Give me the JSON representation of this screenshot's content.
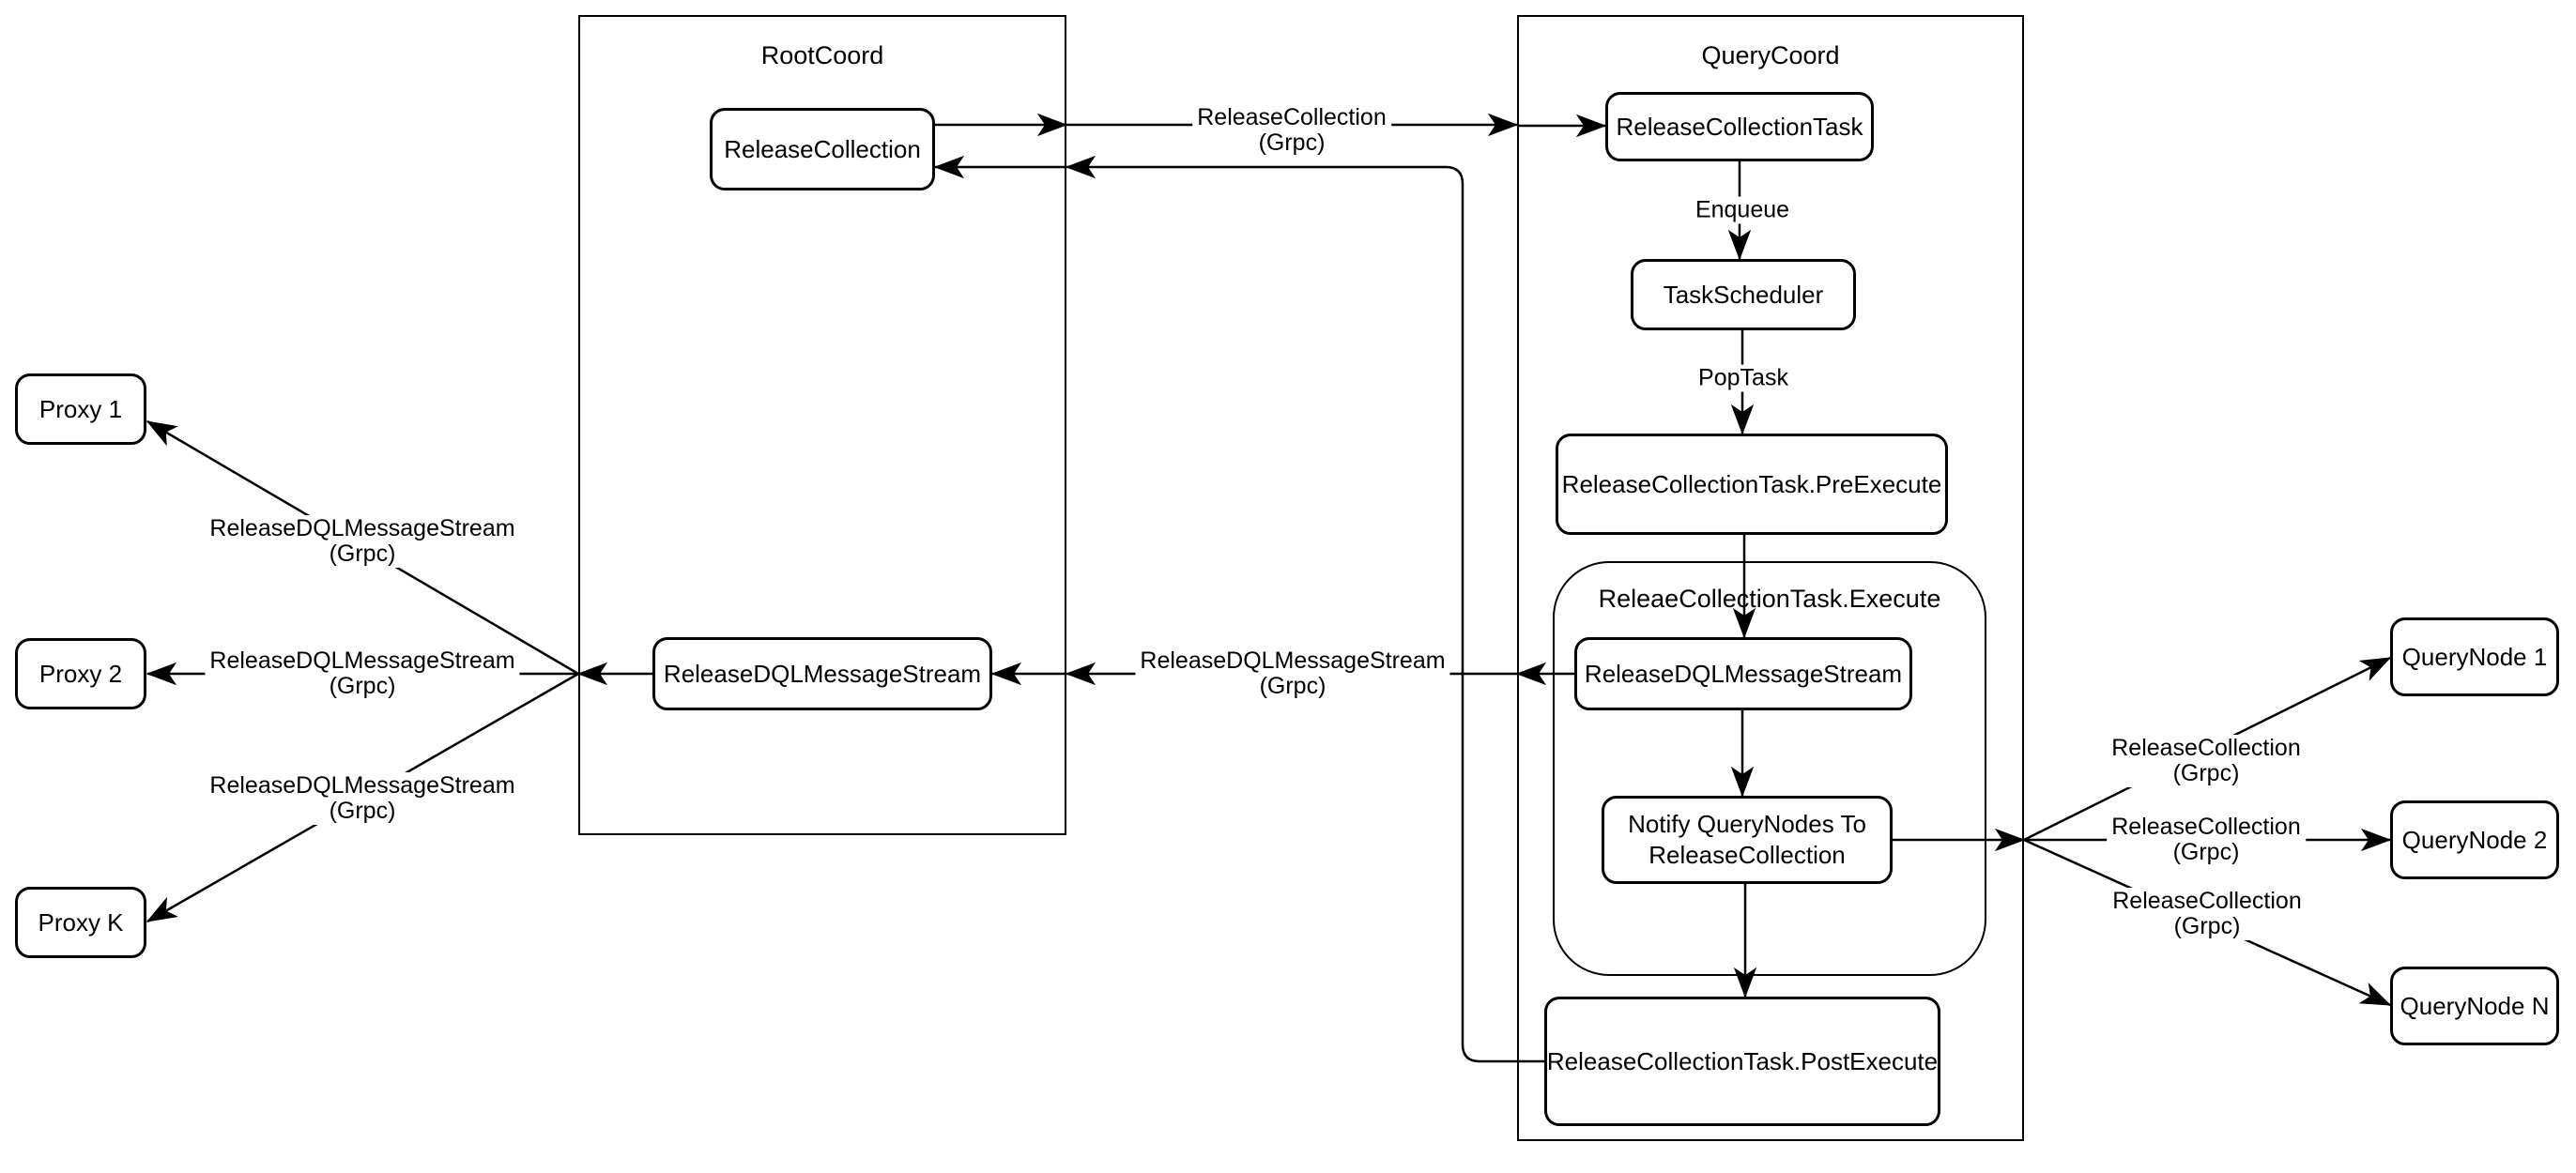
{
  "diagram": {
    "colors": {
      "stroke": "#000000",
      "node_fill": "#ffffff",
      "background": "#ffffff",
      "text": "#000000"
    },
    "containers": {
      "rootcoord": {
        "title": "RootCoord"
      },
      "querycoord": {
        "title": "QueryCoord"
      },
      "execute_group": {
        "title": "ReleaeCollectionTask.Execute"
      }
    },
    "nodes": {
      "proxy1": {
        "label": "Proxy 1"
      },
      "proxy2": {
        "label": "Proxy 2"
      },
      "proxyk": {
        "label": "Proxy K"
      },
      "release_collection": {
        "label": "ReleaseCollection"
      },
      "root_rdqlms": {
        "label": "ReleaseDQLMessageStream"
      },
      "rc_task": {
        "label": "ReleaseCollectionTask"
      },
      "task_scheduler": {
        "label": "TaskScheduler"
      },
      "pre_execute": {
        "label": "ReleaseCollectionTask.PreExecute"
      },
      "qc_rdqlms": {
        "label": "ReleaseDQLMessageStream"
      },
      "notify": {
        "label": "Notify QueryNodes To\nReleaseCollection"
      },
      "post_execute": {
        "label": "ReleaseCollectionTask.PostExecute"
      },
      "querynode1": {
        "label": "QueryNode 1"
      },
      "querynode2": {
        "label": "QueryNode 2"
      },
      "querynoden": {
        "label": "QueryNode N"
      }
    },
    "edge_labels": {
      "release_collection_grpc_top": {
        "text": "ReleaseCollection\n(Grpc)"
      },
      "enqueue": {
        "text": "Enqueue"
      },
      "pop_task": {
        "text": "PopTask"
      },
      "rdqlms_grpc_mid": {
        "text": "ReleaseDQLMessageStream\n(Grpc)"
      },
      "rdqlms_grpc_proxy1": {
        "text": "ReleaseDQLMessageStream\n(Grpc)"
      },
      "rdqlms_grpc_proxy2": {
        "text": "ReleaseDQLMessageStream\n(Grpc)"
      },
      "rdqlms_grpc_proxyk": {
        "text": "ReleaseDQLMessageStream\n(Grpc)"
      },
      "release_collection_grpc_qn1": {
        "text": "ReleaseCollection\n(Grpc)"
      },
      "release_collection_grpc_qn2": {
        "text": "ReleaseCollection\n(Grpc)"
      },
      "release_collection_grpc_qnn": {
        "text": "ReleaseCollection\n(Grpc)"
      }
    }
  }
}
